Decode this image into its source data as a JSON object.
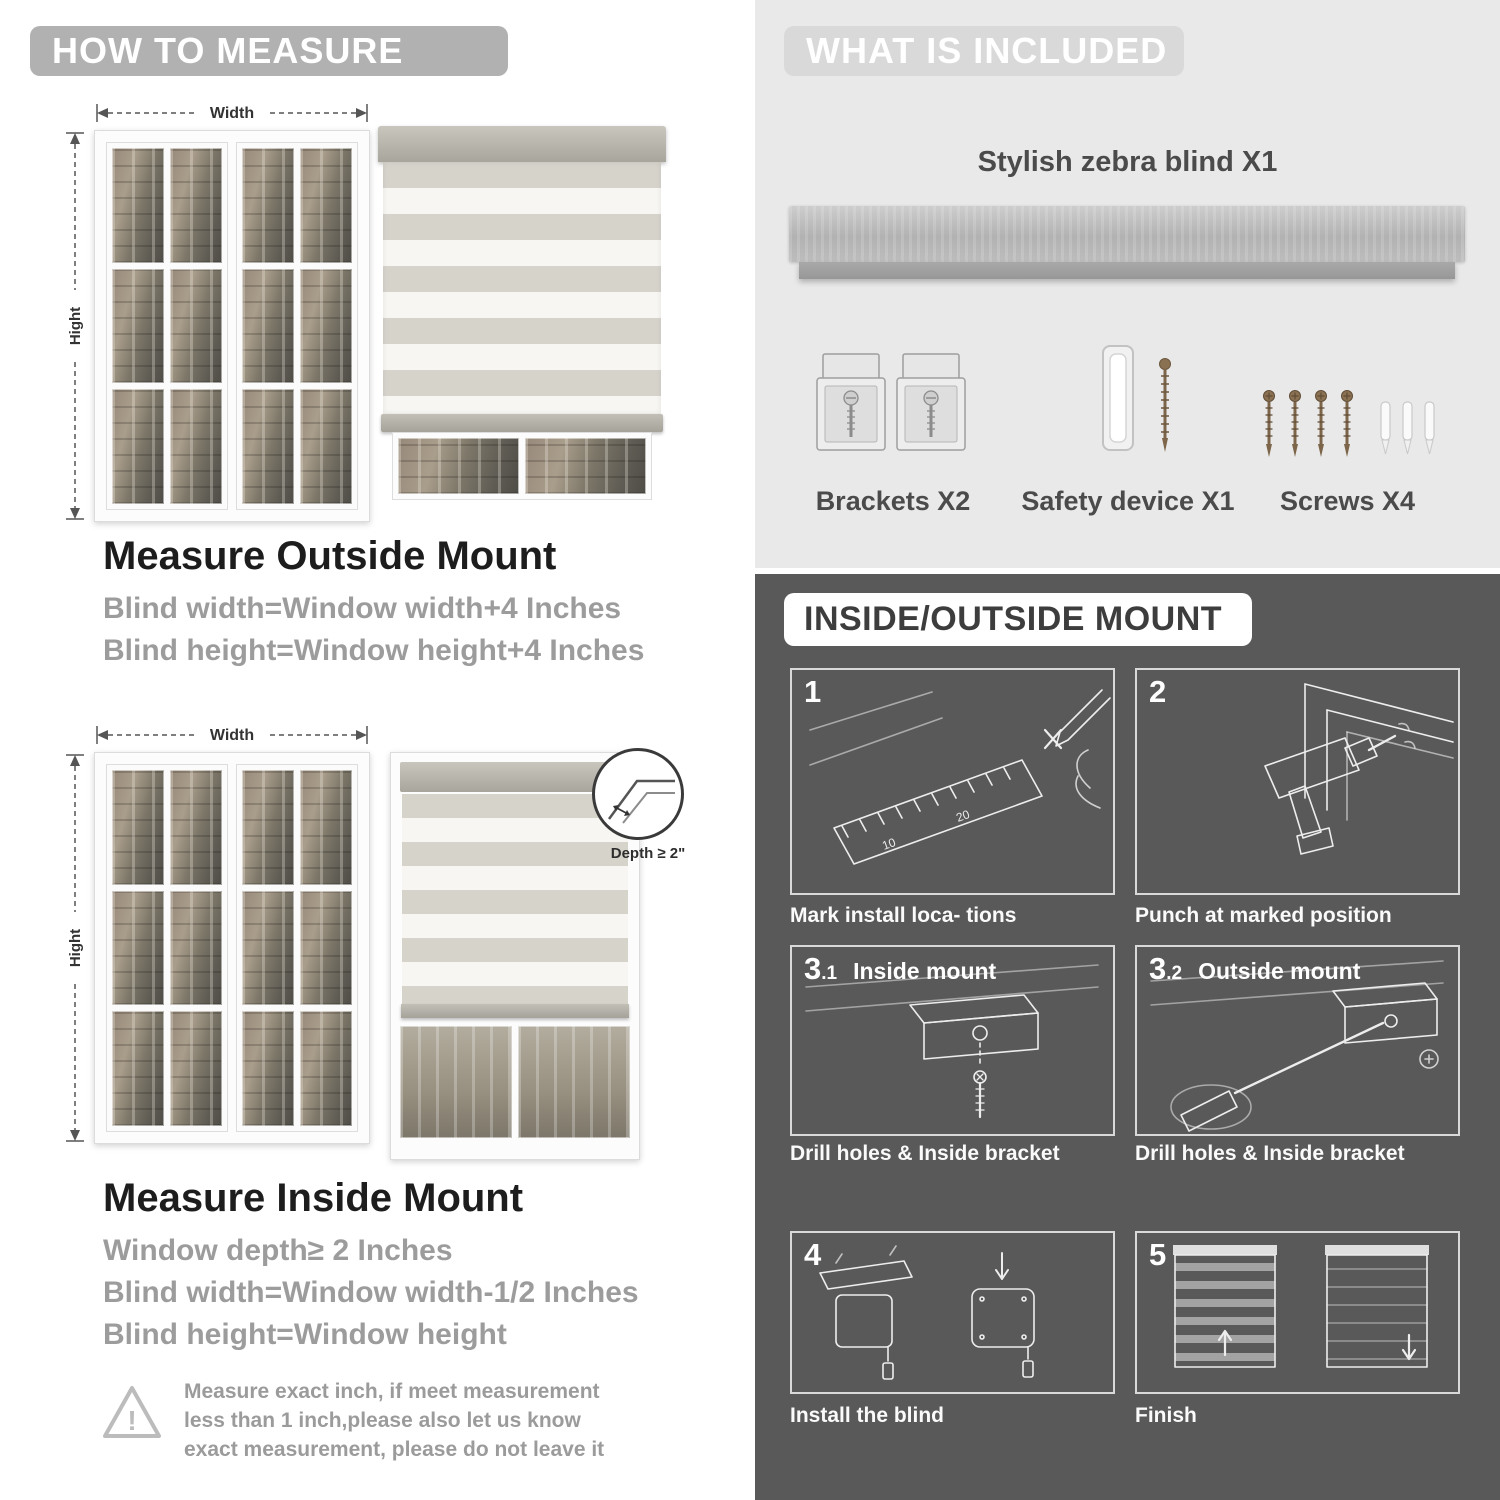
{
  "left": {
    "header": "HOW TO MEASURE",
    "outside": {
      "width_label": "Width",
      "height_label": "Hight",
      "heading": "Measure Outside Mount",
      "lines": [
        "Blind width=Window width+4 Inches",
        "Blind height=Window height+4 Inches"
      ]
    },
    "inside": {
      "width_label": "Width",
      "height_label": "Hight",
      "depth_label": "Depth ≥ 2\"",
      "heading": "Measure Inside Mount",
      "lines": [
        "Window depth≥ 2 Inches",
        "Blind width=Window width-1/2 Inches",
        "Blind height=Window height"
      ]
    },
    "warning_mark": "!",
    "warning_text": "Measure exact inch, if meet measurement less than 1 inch,please also let us know exact measurement, please do not leave it"
  },
  "included": {
    "header": "WHAT IS INCLUDED",
    "product_label": "Stylish zebra blind X1",
    "items": [
      {
        "label": "Brackets X2"
      },
      {
        "label": "Safety device X1"
      },
      {
        "label": "Screws X4"
      }
    ]
  },
  "mount": {
    "header": "INSIDE/OUTSIDE MOUNT",
    "steps": [
      {
        "num": "1",
        "caption": "Mark install loca- tions"
      },
      {
        "num": "2",
        "caption": "Punch at  marked position"
      },
      {
        "num": "3",
        "sub": ".1",
        "title": "Inside mount",
        "caption": "Drill holes &  Inside bracket"
      },
      {
        "num": "3",
        "sub": ".2",
        "title": "Outside mount",
        "caption": "Drill holes &  Inside bracket"
      },
      {
        "num": "4",
        "caption": "Install the blind"
      },
      {
        "num": "5",
        "caption": "Finish"
      }
    ],
    "ruler_marks": [
      "10",
      "20"
    ]
  },
  "colors": {
    "left_pill_bg": "#b1b1b1",
    "included_panel_bg": "#e9e9e9",
    "included_pill_bg": "#d9d9d9",
    "dark_panel_bg": "#595959",
    "heading_text": "#1d1d1d",
    "gray_text": "#9c9c9c"
  }
}
